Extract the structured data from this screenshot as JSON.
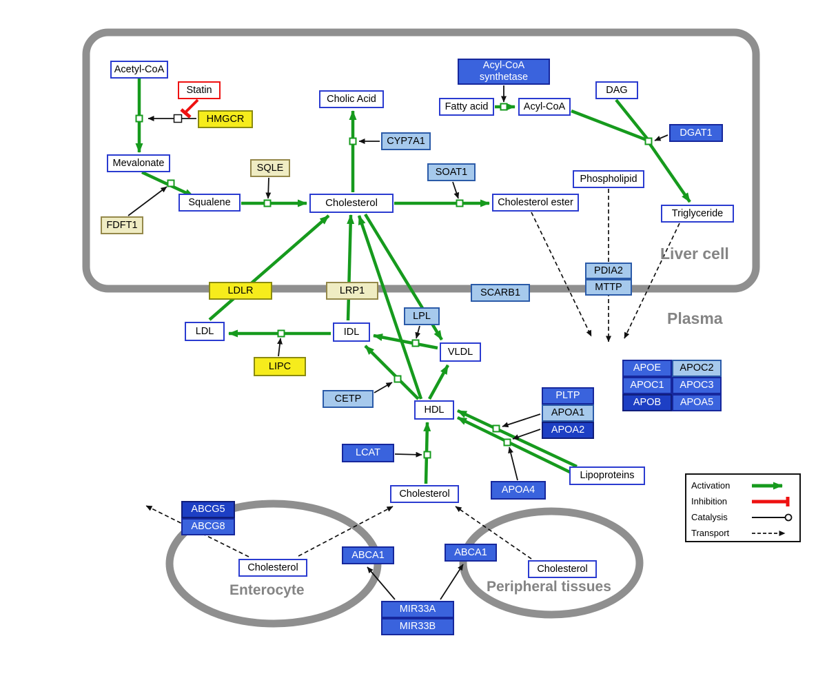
{
  "regions": {
    "liver": "Liver cell",
    "plasma": "Plasma",
    "enterocyte": "Enterocyte",
    "peripheral": "Peripheral tissues"
  },
  "legend": {
    "activation": "Activation",
    "inhibition": "Inhibition",
    "catalysis": "Catalysis",
    "transport": "Transport"
  },
  "colors": {
    "activation_green": "#169a1d",
    "inhibition_red": "#ee1111",
    "metabolite_border_blue": "#2a3bd0",
    "enzyme_yellow": "#f6ec1c",
    "enzyme_pale_yellow": "#efecc3",
    "gene_royal_blue": "#3a63dd",
    "gene_light_blue": "#a6c9ec",
    "gene_dark_blue": "#1d3fc4",
    "membrane_gray": "#8f8f8f"
  },
  "nodes": {
    "acetyl_coa": {
      "label": "Acetyl-CoA"
    },
    "statin": {
      "label": "Statin"
    },
    "hmgcr": {
      "label": "HMGCR"
    },
    "mevalonate": {
      "label": "Mevalonate"
    },
    "sqle": {
      "label": "SQLE"
    },
    "fdft1": {
      "label": "FDFT1"
    },
    "squalene": {
      "label": "Squalene"
    },
    "cholic_acid": {
      "label": "Cholic Acid"
    },
    "cyp7a1": {
      "label": "CYP7A1"
    },
    "cholesterol_liver": {
      "label": "Cholesterol"
    },
    "soat1": {
      "label": "SOAT1"
    },
    "cholesterol_ester": {
      "label": "Cholesterol ester"
    },
    "acyl_coa_synthetase": {
      "label": "Acyl-CoA synthetase"
    },
    "fatty_acid": {
      "label": "Fatty acid"
    },
    "acyl_coa": {
      "label": "Acyl-CoA"
    },
    "dag": {
      "label": "DAG"
    },
    "dgat1": {
      "label": "DGAT1"
    },
    "phospholipid": {
      "label": "Phospholipid"
    },
    "triglyceride": {
      "label": "Triglyceride"
    },
    "pdia2": {
      "label": "PDIA2"
    },
    "mttp": {
      "label": "MTTP"
    },
    "ldlr": {
      "label": "LDLR"
    },
    "lrp1": {
      "label": "LRP1"
    },
    "scarb1": {
      "label": "SCARB1"
    },
    "ldl": {
      "label": "LDL"
    },
    "idl": {
      "label": "IDL"
    },
    "lpl": {
      "label": "LPL"
    },
    "vldl": {
      "label": "VLDL"
    },
    "lipc": {
      "label": "LIPC"
    },
    "cetp": {
      "label": "CETP"
    },
    "hdl": {
      "label": "HDL"
    },
    "pltp": {
      "label": "PLTP"
    },
    "apoa1": {
      "label": "APOA1"
    },
    "apoa2": {
      "label": "APOA2"
    },
    "lcat": {
      "label": "LCAT"
    },
    "apoa4": {
      "label": "APOA4"
    },
    "lipoproteins": {
      "label": "Lipoproteins"
    },
    "apoe": {
      "label": "APOE"
    },
    "apoc2": {
      "label": "APOC2"
    },
    "apoc1": {
      "label": "APOC1"
    },
    "apoc3": {
      "label": "APOC3"
    },
    "apob": {
      "label": "APOB"
    },
    "apoa5": {
      "label": "APOA5"
    },
    "cholesterol_plasma": {
      "label": "Cholesterol"
    },
    "abcg5": {
      "label": "ABCG5"
    },
    "abcg8": {
      "label": "ABCG8"
    },
    "cholesterol_enterocyte": {
      "label": "Cholesterol"
    },
    "abca1_enterocyte": {
      "label": "ABCA1"
    },
    "abca1_peripheral": {
      "label": "ABCA1"
    },
    "cholesterol_peripheral": {
      "label": "Cholesterol"
    },
    "mir33a": {
      "label": "MIR33A"
    },
    "mir33b": {
      "label": "MIR33B"
    }
  }
}
